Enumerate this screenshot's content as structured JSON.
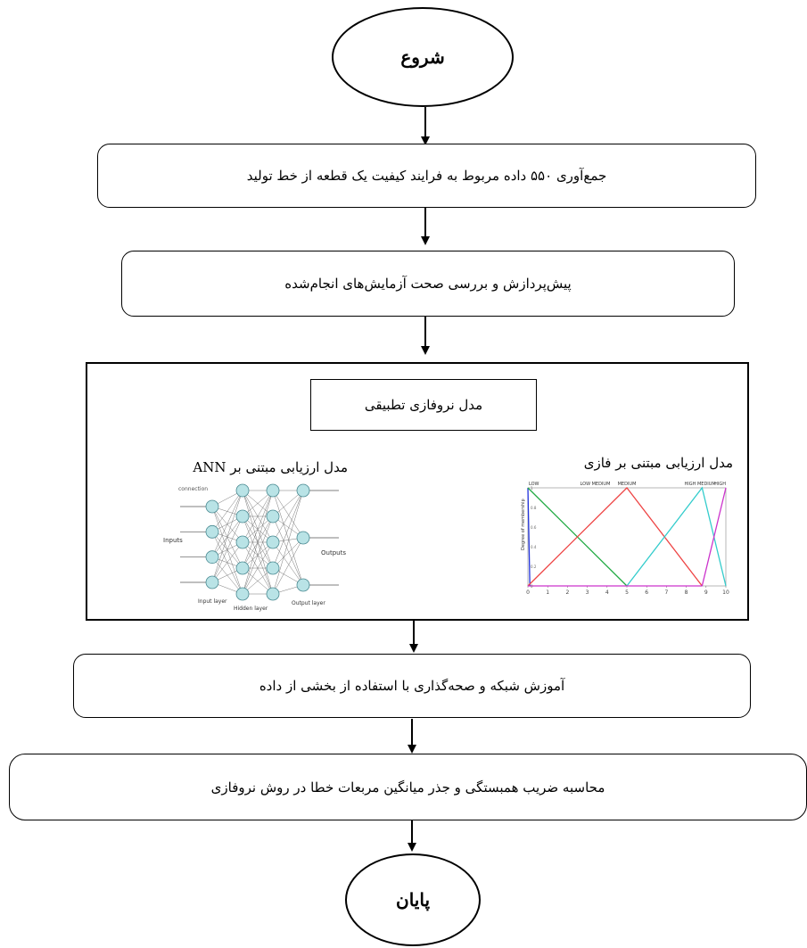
{
  "start_label": "شروع",
  "end_label": "پایان",
  "steps": [
    "جمع‌آوری ۵۵۰ داده مربوط به فرایند کیفیت یک قطعه از خط تولید",
    "پیش‌پردازش و بررسی صحت آزمایش‌های انجام‌شده",
    "آموزش شبکه و صحه‌گذاری با استفاده از بخشی از داده",
    "محاسبه ضریب همبستگی و جذر میانگین مربعات خطا در روش نروفازی"
  ],
  "anfis": {
    "title": "مدل نروفازی تطبیقی",
    "ann_label": "مدل ارزیابی مبتنی بر ANN",
    "fuzzy_label": "مدل ارزیابی مبتنی بر فازی"
  },
  "ann_figure": {
    "connection_text": "connection",
    "inputs_text": "Inputs",
    "outputs_text": "Outputs",
    "input_layer_text": "Input layer",
    "hidden_layer_text": "Hidden layer",
    "output_layer_text": "Output layer",
    "input_nodes": 4,
    "hidden1_nodes": 5,
    "hidden2_nodes": 5,
    "output_nodes": 3
  },
  "fuzzy_figure": {
    "ylabel": "Degree of membership",
    "sets": [
      "LOW",
      "LOW MEDIUM",
      "MEDIUM",
      "HIGH MEDIUM",
      "HIGH"
    ],
    "x_ticks": [
      "0",
      "1",
      "2",
      "3",
      "4",
      "5",
      "6",
      "7",
      "8",
      "9",
      "10"
    ],
    "y_ticks": [
      "0",
      "0.2",
      "0.4",
      "0.6",
      "0.8",
      "1"
    ],
    "xlim": [
      0,
      10
    ],
    "ylim": [
      0,
      1
    ],
    "series": [
      {
        "name": "LOW",
        "color": "#2233dd",
        "x": [
          0,
          0.1
        ],
        "y": [
          1,
          0
        ]
      },
      {
        "name": "LOW MEDIUM",
        "color": "#22aa44",
        "x": [
          0,
          5
        ],
        "y": [
          1,
          0
        ]
      },
      {
        "name": "MEDIUM",
        "color": "#ee4444",
        "x": [
          0,
          5,
          8.8
        ],
        "y": [
          0,
          1,
          0
        ]
      },
      {
        "name": "HIGH MEDIUM",
        "color": "#33cccc",
        "x": [
          5,
          8.8,
          10
        ],
        "y": [
          0,
          1,
          0
        ]
      },
      {
        "name": "HIGH",
        "color": "#cc33cc",
        "x": [
          8.8,
          10
        ],
        "y": [
          0,
          1
        ]
      },
      {
        "name": "",
        "color": "#cc33cc",
        "x": [
          0,
          8.8
        ],
        "y": [
          0,
          0
        ]
      }
    ]
  }
}
